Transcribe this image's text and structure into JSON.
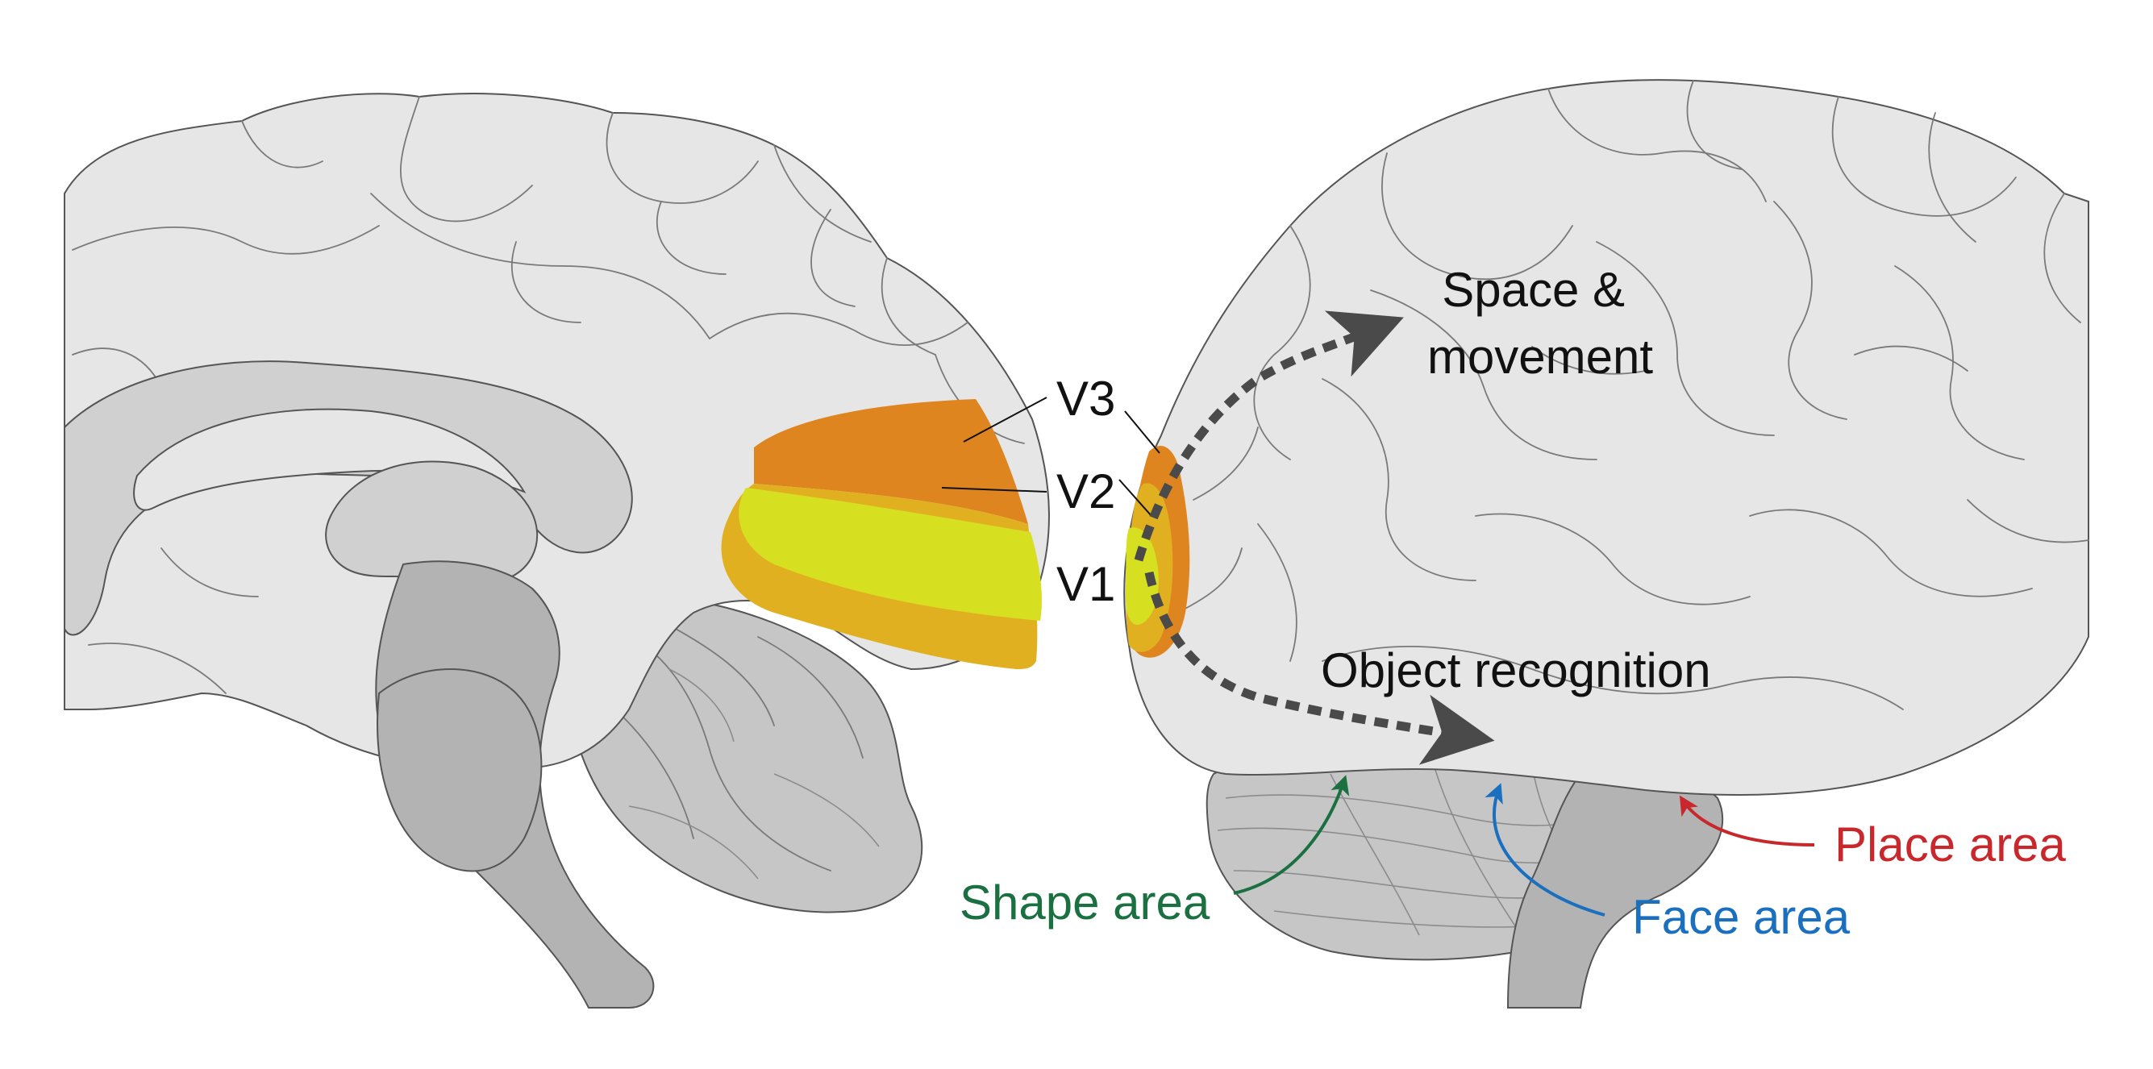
{
  "labels": {
    "v3": "V3",
    "v2": "V2",
    "v1": "V1",
    "dorsal_stream": [
      "Space &",
      "movement"
    ],
    "ventral_stream": "Object recognition",
    "shape_area": "Shape area",
    "face_area": "Face area",
    "place_area": "Place area"
  },
  "colors": {
    "v1": "#d6e021",
    "v2": "#e0b020",
    "v3": "#df8520",
    "stream_arrow": "#4a4a4a",
    "shape_area": "#1a7040",
    "face_area": "#1a6fbf",
    "place_area": "#c8282c",
    "text": "#111111"
  }
}
